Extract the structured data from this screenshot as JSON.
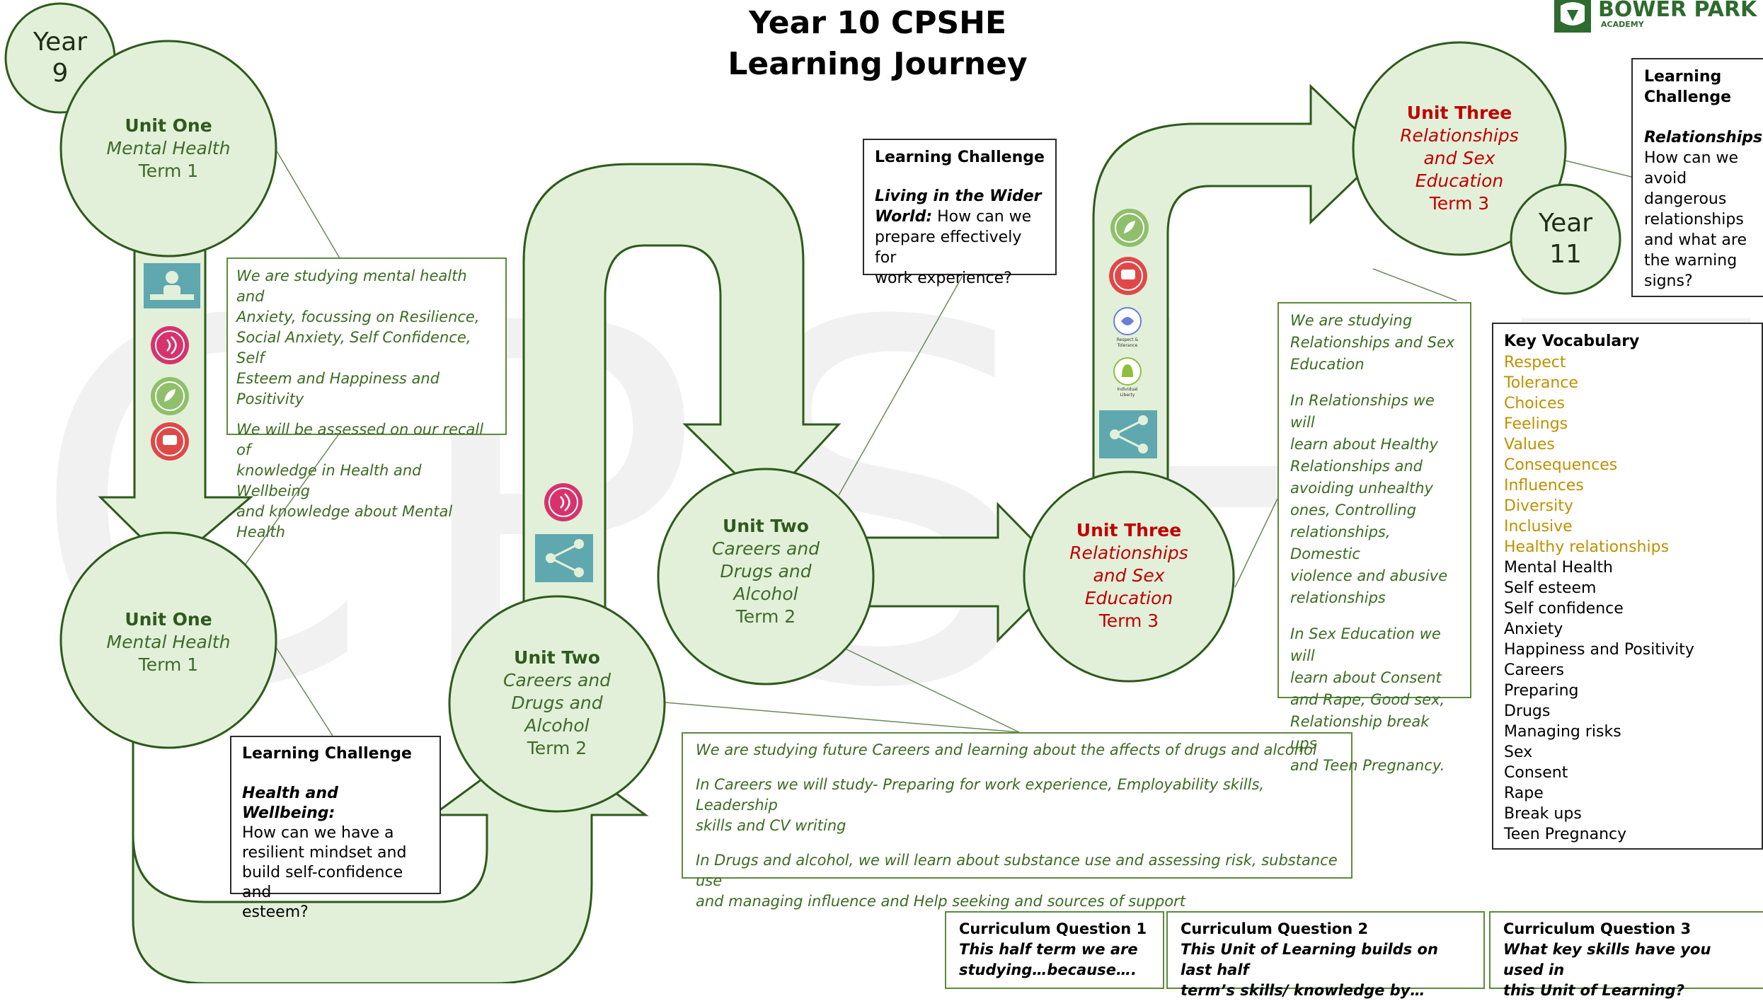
{
  "title": {
    "line1": "Year 10 CPSHE",
    "line2": "Learning Journey"
  },
  "watermark": "CPSHE",
  "logo": {
    "name": "BOWER PARK",
    "sub": "ACADEMY"
  },
  "years": {
    "start": {
      "label": "Year",
      "num": "9"
    },
    "end": {
      "label": "Year",
      "num": "11"
    }
  },
  "units": [
    {
      "title": "Unit One",
      "subject": "Mental Health",
      "term": "Term 1"
    },
    {
      "title": "Unit One",
      "subject": "Mental Health",
      "term": "Term 1"
    },
    {
      "title": "Unit Two",
      "subject": "Careers and Drugs and Alcohol",
      "subject_lines": [
        "Careers and",
        "Drugs and",
        "Alcohol"
      ],
      "term": "Term 2"
    },
    {
      "title": "Unit Two",
      "subject": "Careers and Drugs and Alcohol",
      "subject_lines": [
        "Careers and",
        "Drugs and",
        "Alcohol"
      ],
      "term": "Term 2"
    },
    {
      "title": "Unit Three",
      "subject": "Relationships and Sex Education",
      "subject_lines": [
        "Relationships",
        "and Sex",
        "Education"
      ],
      "term": "Term 3"
    },
    {
      "title": "Unit Three",
      "subject": "Relationships and Sex Education",
      "subject_lines": [
        "Relationships",
        "and Sex",
        "Education"
      ],
      "term": "Term 3"
    }
  ],
  "unit1_info": {
    "studying": [
      "We are studying mental health and",
      "Anxiety, focussing on Resilience,",
      "Social Anxiety, Self Confidence, Self",
      "Esteem and Happiness and Positivity"
    ],
    "assessed": [
      "We will be assessed on our recall of",
      "knowledge in  Health and Wellbeing",
      "and knowledge about  Mental Health"
    ]
  },
  "lc_health": {
    "heading": "Learning Challenge",
    "topic": "Health and Wellbeing:",
    "question_lines": [
      "How can we have a",
      "resilient mindset and",
      "build self-confidence and",
      "esteem?"
    ]
  },
  "lc_wider": {
    "heading": "Learning Challenge",
    "topic_lines": [
      "Living in the Wider",
      "World:"
    ],
    "question_lines": [
      "How can we",
      "prepare effectively for",
      "work experience?"
    ]
  },
  "lc_rel": {
    "heading_lines": [
      "Learning",
      "Challenge"
    ],
    "topic": "Relationships:",
    "question_lines": [
      "How can we",
      "avoid",
      "dangerous",
      "relationships",
      "and what are",
      "the warning",
      "signs?"
    ]
  },
  "unit2_info": {
    "p1": "We are studying future Careers and learning about the affects of drugs and alcohol",
    "p2": [
      "In Careers we will study- Preparing for work experience, Employability skills, Leadership",
      "skills and CV writing"
    ],
    "p3": [
      "In Drugs and alcohol, we will learn about  substance use and assessing risk, substance use",
      "and managing influence and Help seeking and sources of support"
    ]
  },
  "unit3_info": {
    "p1": [
      "We are studying",
      "Relationships and Sex",
      "Education"
    ],
    "p2": [
      " In Relationships we will",
      "learn about Healthy",
      "Relationships and",
      "avoiding unhealthy",
      "ones, Controlling",
      "relationships, Domestic",
      "violence and abusive",
      "relationships"
    ],
    "p3": [
      "In Sex Education we will",
      "learn about Consent",
      "and Rape, Good sex,",
      "Relationship break ups",
      "and Teen Pregnancy."
    ]
  },
  "vocab": {
    "heading": "Key Vocabulary",
    "highlighted": [
      "Respect",
      "Tolerance",
      "Choices",
      "Feelings",
      "Values",
      "Consequences",
      "Influences",
      "Diversity",
      "Inclusive",
      "Healthy relationships"
    ],
    "plain": [
      "Mental Health",
      "Self esteem",
      "Self confidence",
      "Anxiety",
      "Happiness and Positivity",
      "Careers",
      "Preparing",
      "Drugs",
      "Managing risks",
      "Sex",
      "Consent",
      "Rape",
      "Break ups",
      "Teen Pregnancy"
    ]
  },
  "curriculum_questions": [
    {
      "heading": "Curriculum  Question 1",
      "question_lines": [
        "This half term we are",
        "studying…because…."
      ]
    },
    {
      "heading": "Curriculum  Question  2",
      "question_lines": [
        "This Unit of Learning builds on last half",
        "term’s skills/ knowledge by…"
      ]
    },
    {
      "heading": "Curriculum  Question 3",
      "question_lines": [
        "What key skills have you used in",
        "this Unit of Learning?"
      ]
    }
  ],
  "icons": [
    "teacher-desk-icon",
    "listening-icon",
    "mental-health-icon",
    "speaking-icon",
    "listening-icon",
    "share-icon",
    "wellbeing-icon",
    "speaking-icon",
    "respect-tolerance-icon",
    "individual-liberty-icon",
    "share-icon"
  ],
  "icon_labels": {
    "respect": [
      "Respect &",
      "Tolerance"
    ],
    "liberty": [
      "Individual",
      "Liberty"
    ]
  },
  "colors": {
    "path_fill": "#e2f0d9",
    "path_stroke": "#2e5a1c",
    "red_text": "#c00000",
    "green_text": "#3b6b22",
    "gold_text": "#bf9000",
    "teal_icon": "#5fa8b0",
    "pink_icon": "#d6336c"
  }
}
